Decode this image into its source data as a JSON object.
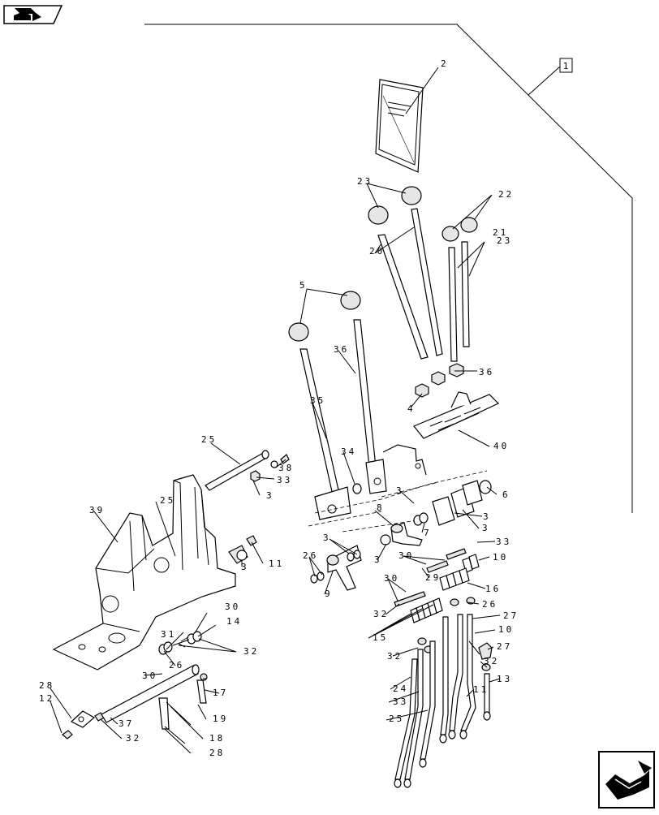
{
  "nav": {
    "prev_icon": "book-arrow-icon",
    "next_icon": "return-arrow-icon"
  },
  "diagram": {
    "assembly_label": "1",
    "callouts": [
      "2",
      "23",
      "22",
      "21",
      "20",
      "23",
      "5",
      "36",
      "36",
      "4",
      "35",
      "40",
      "25",
      "38",
      "33",
      "3",
      "34",
      "3",
      "6",
      "39",
      "25",
      "8",
      "3",
      "7",
      "3",
      "3",
      "3",
      "26",
      "33",
      "11",
      "3",
      "30",
      "10",
      "9",
      "29",
      "30",
      "16",
      "32",
      "26",
      "30",
      "27",
      "14",
      "15",
      "10",
      "31",
      "27",
      "26",
      "32",
      "32",
      "30",
      "32",
      "13",
      "24",
      "17",
      "11",
      "28",
      "19",
      "33",
      "12",
      "37",
      "18",
      "25",
      "32",
      "28"
    ]
  }
}
